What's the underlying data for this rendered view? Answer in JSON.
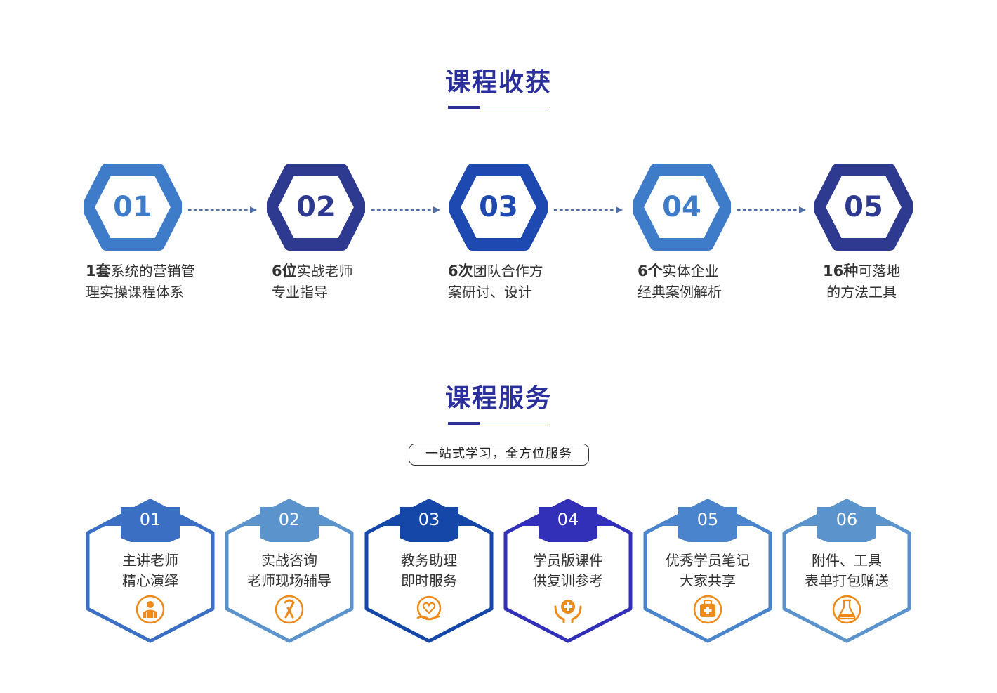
{
  "gains": {
    "title": "课程收获",
    "items": [
      {
        "num": "01",
        "bold": "1套",
        "rest1": "系统的营销管",
        "line2": "理实操课程体系",
        "color": "#3e7cc9"
      },
      {
        "num": "02",
        "bold": "6位",
        "rest1": "实战老师",
        "line2": "专业指导",
        "color": "#2e3a8f"
      },
      {
        "num": "03",
        "bold": "6次",
        "rest1": "团队合作方",
        "line2": "案研讨、设计",
        "color": "#1e49b0"
      },
      {
        "num": "04",
        "bold": "6个",
        "rest1": "实体企业",
        "line2": "经典案例解析",
        "color": "#3e7cc9"
      },
      {
        "num": "05",
        "bold": "16种",
        "rest1": "可落地",
        "line2": "的方法工具",
        "color": "#2e3a8f"
      }
    ]
  },
  "services": {
    "title": "课程服务",
    "tagline": "一站式学习，全方位服务",
    "items": [
      {
        "num": "01",
        "line1": "主讲老师",
        "line2": "精心演绎",
        "icon": "teacher-icon",
        "color": "#3a6fc4"
      },
      {
        "num": "02",
        "line1": "实战咨询",
        "line2": "老师现场辅导",
        "icon": "ribbon-icon",
        "color": "#5b93cc"
      },
      {
        "num": "03",
        "line1": "教务助理",
        "line2": "即时服务",
        "icon": "heart-hand-icon",
        "color": "#1447a8"
      },
      {
        "num": "04",
        "line1": "学员版课件",
        "line2": "供复训参考",
        "icon": "care-hands-icon",
        "color": "#3230b8"
      },
      {
        "num": "05",
        "line1": "优秀学员笔记",
        "line2": "大家共享",
        "icon": "medical-bag-icon",
        "color": "#4a84cc"
      },
      {
        "num": "06",
        "line1": "附件、工具",
        "line2": "表单打包赠送",
        "icon": "flask-icon",
        "color": "#5b93cc"
      }
    ],
    "icon_color": "#ee8a1a"
  }
}
